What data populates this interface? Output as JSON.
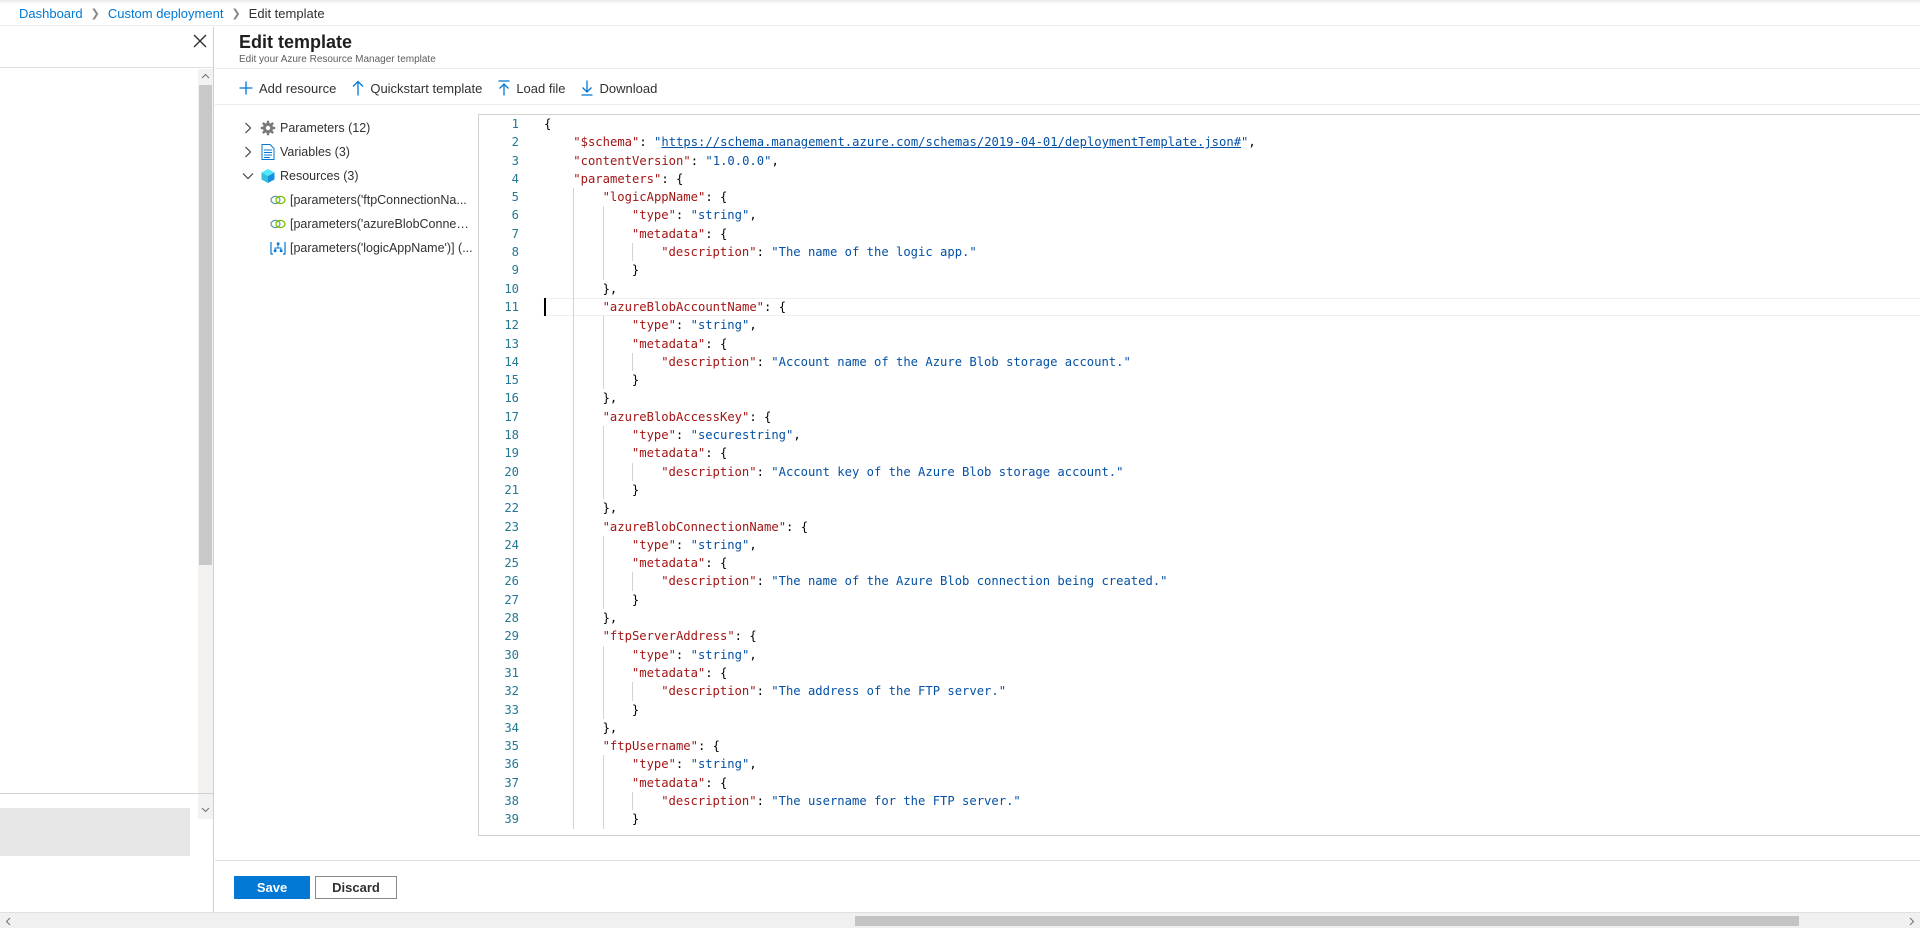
{
  "breadcrumb": {
    "items": [
      {
        "label": "Dashboard"
      },
      {
        "label": "Custom deployment"
      },
      {
        "label": "Edit template"
      }
    ]
  },
  "header": {
    "title": "Edit template",
    "subtitle": "Edit your Azure Resource Manager template"
  },
  "toolbar": {
    "add_resource": "Add resource",
    "quickstart_template": "Quickstart template",
    "load_file": "Load file",
    "download": "Download"
  },
  "tree": {
    "parameters": "Parameters (12)",
    "variables": "Variables (3)",
    "resources": "Resources (3)",
    "resource_items": [
      "[parameters('ftpConnectionNa...",
      "[parameters('azureBlobConnecti...",
      "[parameters('logicAppName')] (..."
    ]
  },
  "editor": {
    "current_line": 11,
    "lines": [
      {
        "n": "1",
        "indent": 0,
        "parts": [
          {
            "t": "p",
            "v": "{"
          }
        ]
      },
      {
        "n": "2",
        "indent": 1,
        "parts": [
          {
            "t": "k",
            "v": "\"$schema\""
          },
          {
            "t": "p",
            "v": ": "
          },
          {
            "t": "s",
            "v": "\""
          },
          {
            "t": "u",
            "v": "https://schema.management.azure.com/schemas/2019-04-01/deploymentTemplate.json#"
          },
          {
            "t": "s",
            "v": "\""
          },
          {
            "t": "p",
            "v": ","
          }
        ]
      },
      {
        "n": "3",
        "indent": 1,
        "parts": [
          {
            "t": "k",
            "v": "\"contentVersion\""
          },
          {
            "t": "p",
            "v": ": "
          },
          {
            "t": "s",
            "v": "\"1.0.0.0\""
          },
          {
            "t": "p",
            "v": ","
          }
        ]
      },
      {
        "n": "4",
        "indent": 1,
        "parts": [
          {
            "t": "k",
            "v": "\"parameters\""
          },
          {
            "t": "p",
            "v": ": {"
          }
        ]
      },
      {
        "n": "5",
        "indent": 2,
        "parts": [
          {
            "t": "k",
            "v": "\"logicAppName\""
          },
          {
            "t": "p",
            "v": ": {"
          }
        ]
      },
      {
        "n": "6",
        "indent": 3,
        "parts": [
          {
            "t": "k",
            "v": "\"type\""
          },
          {
            "t": "p",
            "v": ": "
          },
          {
            "t": "s",
            "v": "\"string\""
          },
          {
            "t": "p",
            "v": ","
          }
        ]
      },
      {
        "n": "7",
        "indent": 3,
        "parts": [
          {
            "t": "k",
            "v": "\"metadata\""
          },
          {
            "t": "p",
            "v": ": {"
          }
        ]
      },
      {
        "n": "8",
        "indent": 4,
        "parts": [
          {
            "t": "k",
            "v": "\"description\""
          },
          {
            "t": "p",
            "v": ": "
          },
          {
            "t": "s",
            "v": "\"The name of the logic app.\""
          }
        ]
      },
      {
        "n": "9",
        "indent": 3,
        "parts": [
          {
            "t": "p",
            "v": "}"
          }
        ]
      },
      {
        "n": "10",
        "indent": 2,
        "parts": [
          {
            "t": "p",
            "v": "},"
          }
        ]
      },
      {
        "n": "11",
        "indent": 2,
        "parts": [
          {
            "t": "k",
            "v": "\"azureBlobAccountName\""
          },
          {
            "t": "p",
            "v": ": {"
          }
        ]
      },
      {
        "n": "12",
        "indent": 3,
        "parts": [
          {
            "t": "k",
            "v": "\"type\""
          },
          {
            "t": "p",
            "v": ": "
          },
          {
            "t": "s",
            "v": "\"string\""
          },
          {
            "t": "p",
            "v": ","
          }
        ]
      },
      {
        "n": "13",
        "indent": 3,
        "parts": [
          {
            "t": "k",
            "v": "\"metadata\""
          },
          {
            "t": "p",
            "v": ": {"
          }
        ]
      },
      {
        "n": "14",
        "indent": 4,
        "parts": [
          {
            "t": "k",
            "v": "\"description\""
          },
          {
            "t": "p",
            "v": ": "
          },
          {
            "t": "s",
            "v": "\"Account name of the Azure Blob storage account.\""
          }
        ]
      },
      {
        "n": "15",
        "indent": 3,
        "parts": [
          {
            "t": "p",
            "v": "}"
          }
        ]
      },
      {
        "n": "16",
        "indent": 2,
        "parts": [
          {
            "t": "p",
            "v": "},"
          }
        ]
      },
      {
        "n": "17",
        "indent": 2,
        "parts": [
          {
            "t": "k",
            "v": "\"azureBlobAccessKey\""
          },
          {
            "t": "p",
            "v": ": {"
          }
        ]
      },
      {
        "n": "18",
        "indent": 3,
        "parts": [
          {
            "t": "k",
            "v": "\"type\""
          },
          {
            "t": "p",
            "v": ": "
          },
          {
            "t": "s",
            "v": "\"securestring\""
          },
          {
            "t": "p",
            "v": ","
          }
        ]
      },
      {
        "n": "19",
        "indent": 3,
        "parts": [
          {
            "t": "k",
            "v": "\"metadata\""
          },
          {
            "t": "p",
            "v": ": {"
          }
        ]
      },
      {
        "n": "20",
        "indent": 4,
        "parts": [
          {
            "t": "k",
            "v": "\"description\""
          },
          {
            "t": "p",
            "v": ": "
          },
          {
            "t": "s",
            "v": "\"Account key of the Azure Blob storage account.\""
          }
        ]
      },
      {
        "n": "21",
        "indent": 3,
        "parts": [
          {
            "t": "p",
            "v": "}"
          }
        ]
      },
      {
        "n": "22",
        "indent": 2,
        "parts": [
          {
            "t": "p",
            "v": "},"
          }
        ]
      },
      {
        "n": "23",
        "indent": 2,
        "parts": [
          {
            "t": "k",
            "v": "\"azureBlobConnectionName\""
          },
          {
            "t": "p",
            "v": ": {"
          }
        ]
      },
      {
        "n": "24",
        "indent": 3,
        "parts": [
          {
            "t": "k",
            "v": "\"type\""
          },
          {
            "t": "p",
            "v": ": "
          },
          {
            "t": "s",
            "v": "\"string\""
          },
          {
            "t": "p",
            "v": ","
          }
        ]
      },
      {
        "n": "25",
        "indent": 3,
        "parts": [
          {
            "t": "k",
            "v": "\"metadata\""
          },
          {
            "t": "p",
            "v": ": {"
          }
        ]
      },
      {
        "n": "26",
        "indent": 4,
        "parts": [
          {
            "t": "k",
            "v": "\"description\""
          },
          {
            "t": "p",
            "v": ": "
          },
          {
            "t": "s",
            "v": "\"The name of the Azure Blob connection being created.\""
          }
        ]
      },
      {
        "n": "27",
        "indent": 3,
        "parts": [
          {
            "t": "p",
            "v": "}"
          }
        ]
      },
      {
        "n": "28",
        "indent": 2,
        "parts": [
          {
            "t": "p",
            "v": "},"
          }
        ]
      },
      {
        "n": "29",
        "indent": 2,
        "parts": [
          {
            "t": "k",
            "v": "\"ftpServerAddress\""
          },
          {
            "t": "p",
            "v": ": {"
          }
        ]
      },
      {
        "n": "30",
        "indent": 3,
        "parts": [
          {
            "t": "k",
            "v": "\"type\""
          },
          {
            "t": "p",
            "v": ": "
          },
          {
            "t": "s",
            "v": "\"string\""
          },
          {
            "t": "p",
            "v": ","
          }
        ]
      },
      {
        "n": "31",
        "indent": 3,
        "parts": [
          {
            "t": "k",
            "v": "\"metadata\""
          },
          {
            "t": "p",
            "v": ": {"
          }
        ]
      },
      {
        "n": "32",
        "indent": 4,
        "parts": [
          {
            "t": "k",
            "v": "\"description\""
          },
          {
            "t": "p",
            "v": ": "
          },
          {
            "t": "s",
            "v": "\"The address of the FTP server.\""
          }
        ]
      },
      {
        "n": "33",
        "indent": 3,
        "parts": [
          {
            "t": "p",
            "v": "}"
          }
        ]
      },
      {
        "n": "34",
        "indent": 2,
        "parts": [
          {
            "t": "p",
            "v": "},"
          }
        ]
      },
      {
        "n": "35",
        "indent": 2,
        "parts": [
          {
            "t": "k",
            "v": "\"ftpUsername\""
          },
          {
            "t": "p",
            "v": ": {"
          }
        ]
      },
      {
        "n": "36",
        "indent": 3,
        "parts": [
          {
            "t": "k",
            "v": "\"type\""
          },
          {
            "t": "p",
            "v": ": "
          },
          {
            "t": "s",
            "v": "\"string\""
          },
          {
            "t": "p",
            "v": ","
          }
        ]
      },
      {
        "n": "37",
        "indent": 3,
        "parts": [
          {
            "t": "k",
            "v": "\"metadata\""
          },
          {
            "t": "p",
            "v": ": {"
          }
        ]
      },
      {
        "n": "38",
        "indent": 4,
        "parts": [
          {
            "t": "k",
            "v": "\"description\""
          },
          {
            "t": "p",
            "v": ": "
          },
          {
            "t": "s",
            "v": "\"The username for the FTP server.\""
          }
        ]
      },
      {
        "n": "39",
        "indent": 3,
        "parts": [
          {
            "t": "p",
            "v": "}"
          }
        ]
      }
    ]
  },
  "footer": {
    "save": "Save",
    "discard": "Discard"
  },
  "colors": {
    "accent": "#0078d4",
    "json_key": "#a31515",
    "json_string": "#0451a5",
    "line_number": "#237893"
  },
  "icons": {
    "close": "close-icon",
    "add": "plus-icon",
    "quickstart": "arrow-up-icon",
    "load": "upload-icon",
    "download": "download-icon",
    "parameters": "gear-icon",
    "variables": "document-icon",
    "resources": "cube-icon",
    "connection": "connection-icon",
    "logic_app": "logic-app-icon"
  }
}
